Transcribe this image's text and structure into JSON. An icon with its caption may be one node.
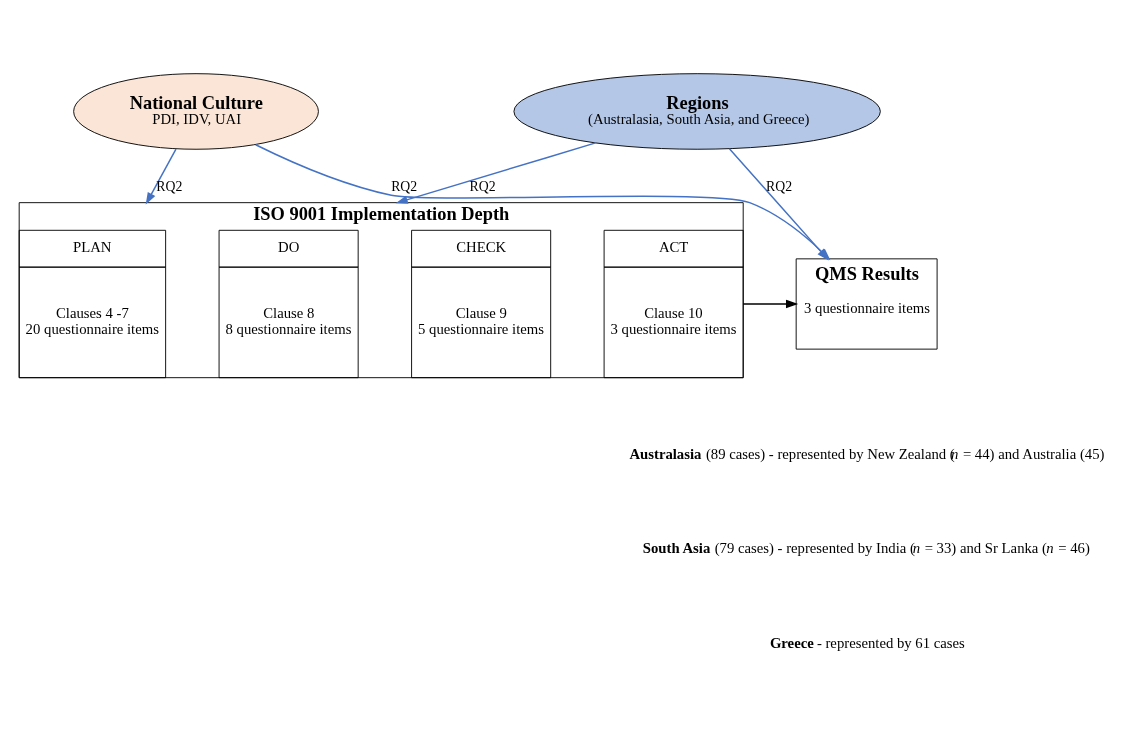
{
  "diagram": {
    "nodes": [
      {
        "text": [
          "National Culture",
          "PDI, IDV, UAI"
        ]
      },
      {
        "text": [
          "Regions",
          "(Australasia, South Asia, and Greece)"
        ]
      },
      {
        "text": [
          "ISO 9001 Implementation Depth"
        ]
      },
      {
        "text": [
          "PLAN",
          "Clauses 4 -7",
          "20 questionnaire items"
        ],
        "in": 2
      },
      {
        "text": [
          "DO",
          "Clause 8",
          "8 questionnaire items"
        ],
        "in": 2
      },
      {
        "text": [
          "CHECK",
          "Clause 9",
          "5 questionnaire items"
        ],
        "in": 2
      },
      {
        "text": [
          "ACT",
          "Clause 10",
          "3 questionnaire items"
        ],
        "in": 2
      },
      {
        "text": [
          "QMS Results",
          "3 questionnaire items"
        ]
      }
    ],
    "edges": [
      {
        "from": 0,
        "to": 2,
        "arrow": "to",
        "label": "RQ2"
      },
      {
        "from": 1,
        "to": 2,
        "arrow": "to",
        "label": "RQ2"
      },
      {
        "from": 1,
        "to": 7,
        "arrow": "to",
        "label": "RQ2"
      },
      {
        "from": 0,
        "to": 7,
        "arrow": "to",
        "label": "RQ2"
      },
      {
        "from": 2,
        "to": 7,
        "arrow": "to",
        "color": "#000000"
      }
    ],
    "labels": [
      "**Australasia** (89 cases) - represented by New Zealand (*n* = 44) and Australia (45)",
      "**South Asia** (79 cases) - represented by India (*n* = 33) and Sr Lanka (*n* = 46)",
      "**Greece** - represented by 61 cases"
    ]
  }
}
